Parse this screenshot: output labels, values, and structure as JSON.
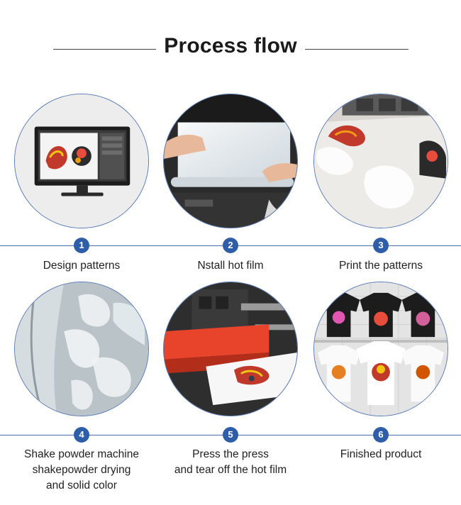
{
  "header": {
    "title": "Process flow"
  },
  "steps": [
    {
      "number": "1",
      "lines": [
        "Design patterns"
      ]
    },
    {
      "number": "2",
      "lines": [
        "Nstall hot film"
      ]
    },
    {
      "number": "3",
      "lines": [
        "Print the patterns"
      ]
    },
    {
      "number": "4",
      "lines": [
        "Shake powder machine",
        "shakepowder drying",
        "and solid color"
      ]
    },
    {
      "number": "5",
      "lines": [
        "Press the press",
        "and tear off the hot film"
      ]
    },
    {
      "number": "6",
      "lines": [
        "Finished product"
      ]
    }
  ],
  "colors": {
    "accent": "#2f5ea8",
    "divider": "#4a6fb0",
    "title": "#1a1a1a",
    "text": "#222222"
  }
}
